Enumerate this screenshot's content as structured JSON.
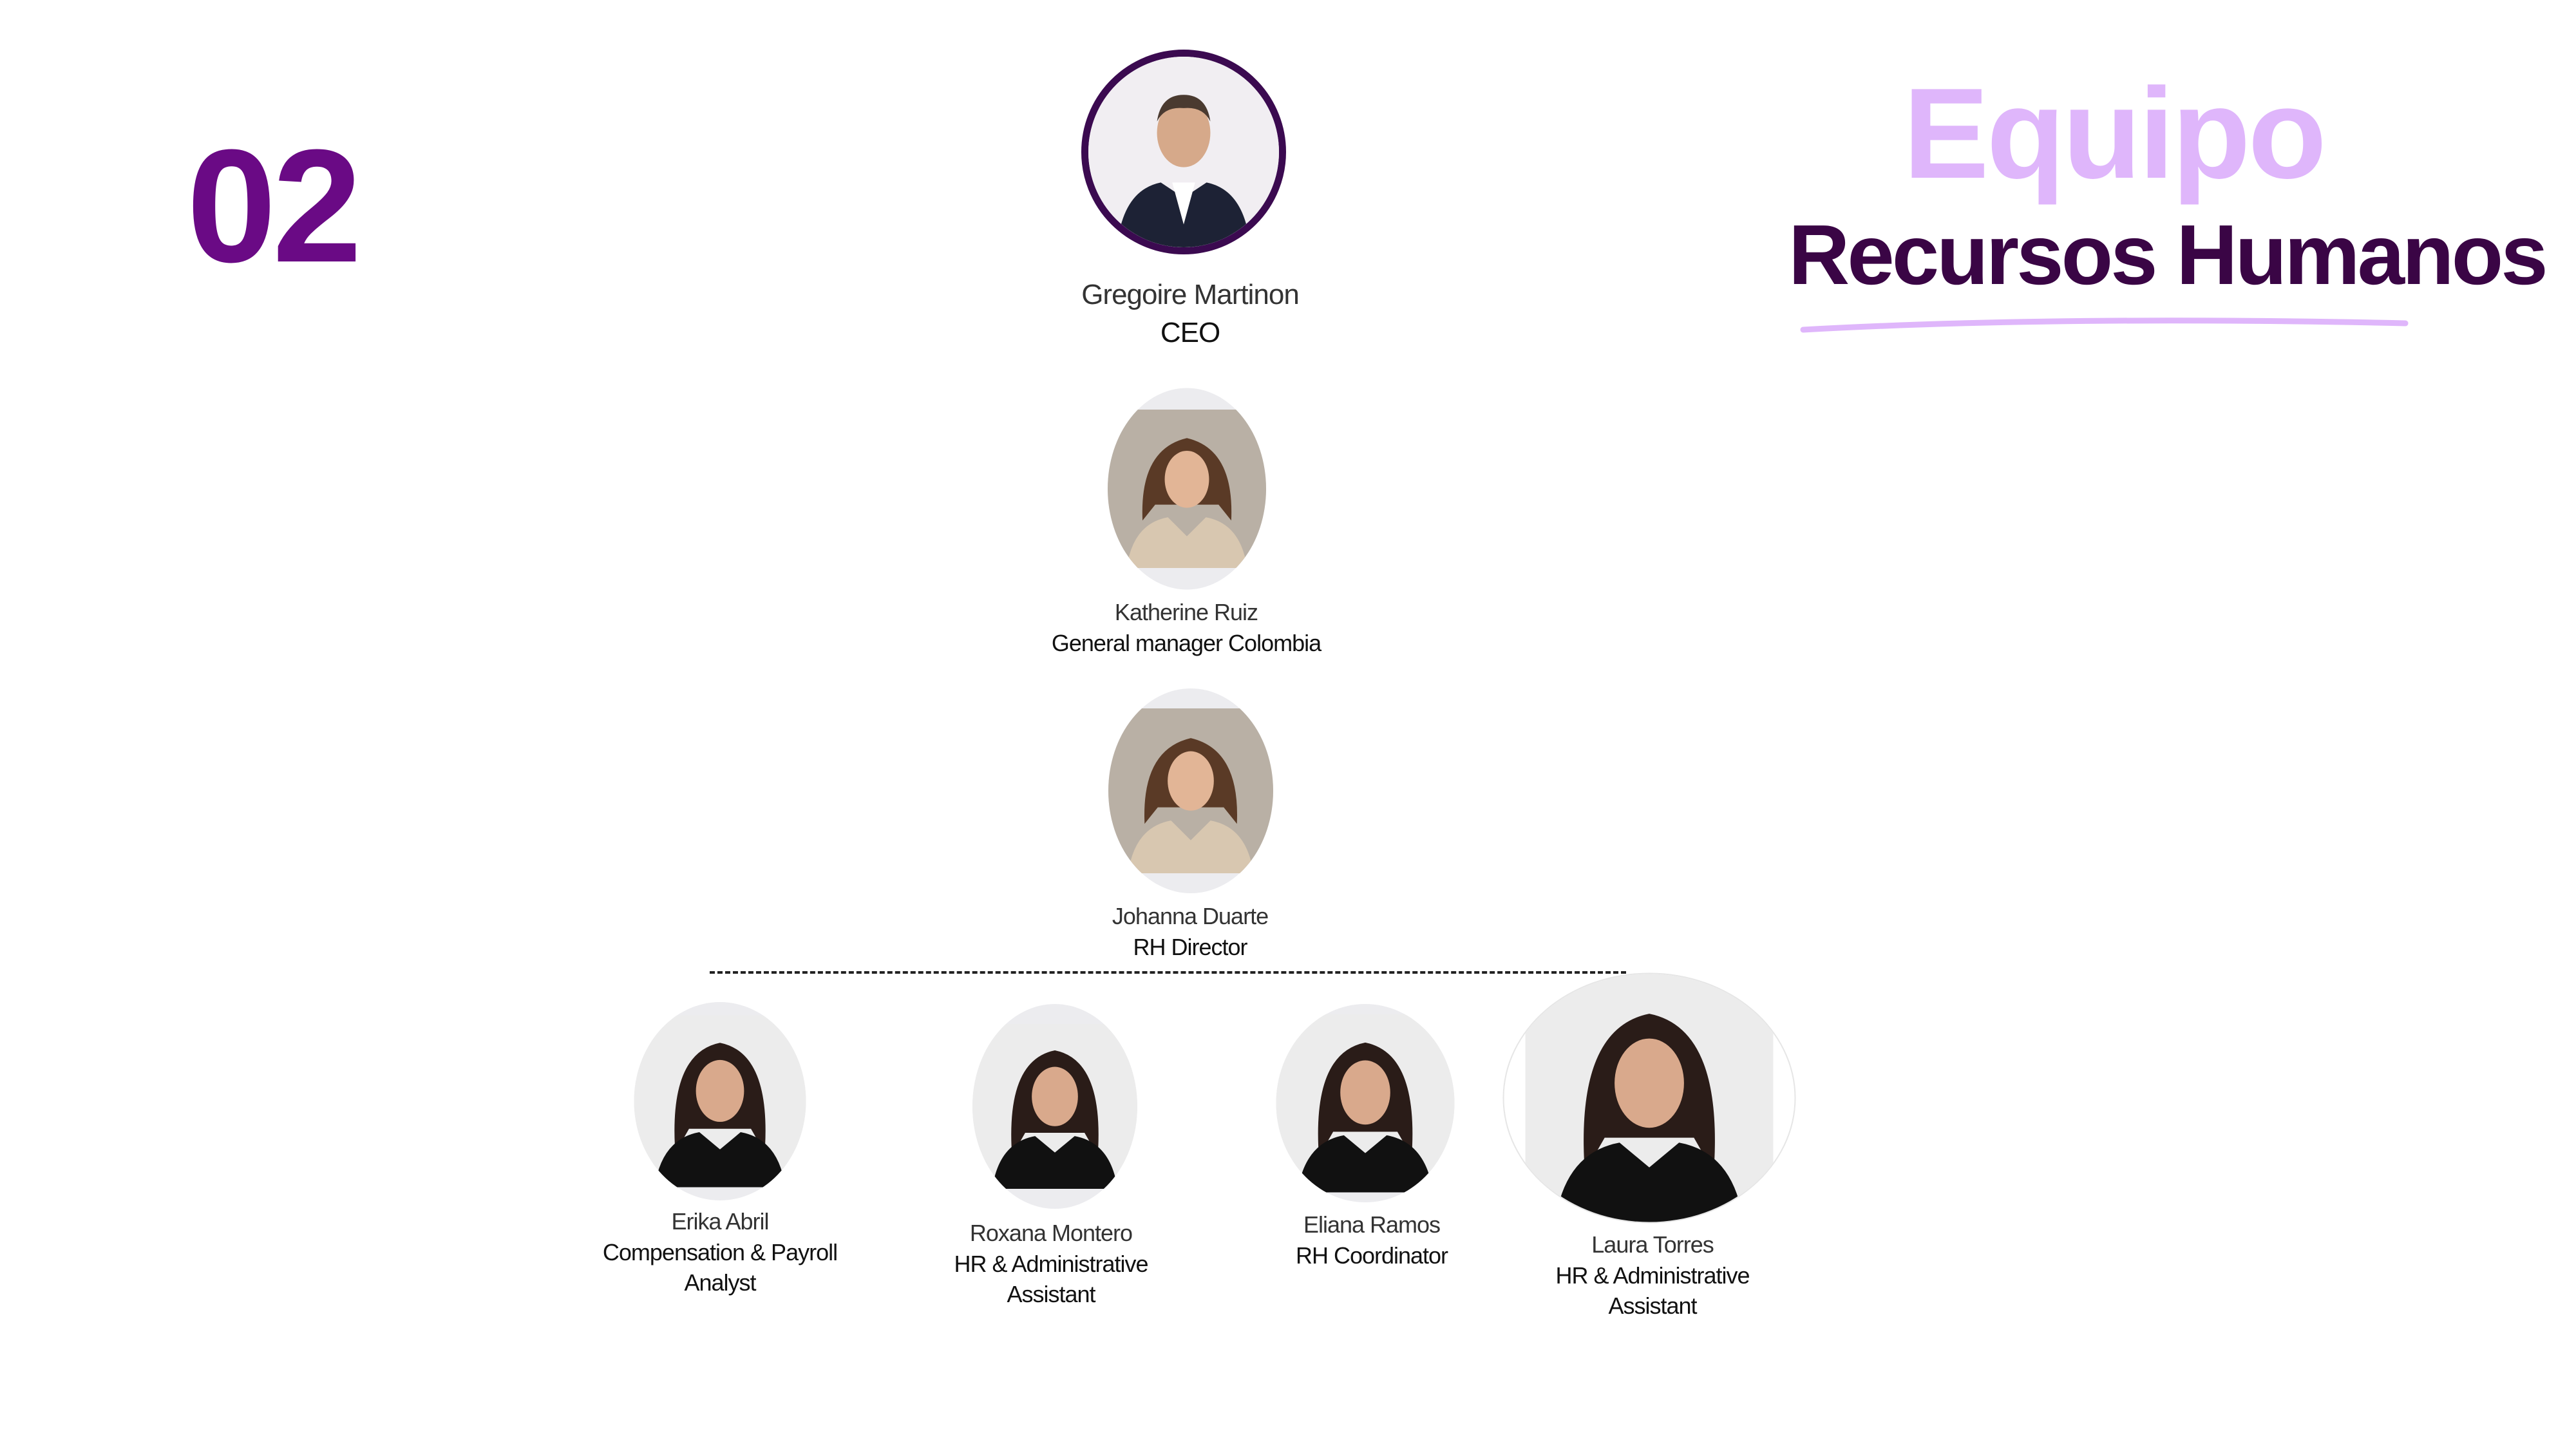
{
  "slide": {
    "number": "02",
    "title": "Equipo",
    "subtitle": "Recursos Humanos",
    "colors": {
      "number": "#6a0a85",
      "title": "#dfb6fb",
      "subtitle": "#3a0545",
      "ceo_ring": "#3b0a50"
    }
  },
  "people": {
    "ceo": {
      "name": "Gregoire Martinon",
      "role": "CEO"
    },
    "gm": {
      "name": "Katherine Ruiz",
      "role": "General manager Colombia"
    },
    "director": {
      "name": "Johanna Duarte",
      "role": "RH Director"
    },
    "team": [
      {
        "name": "Erika Abril",
        "role1": "Compensation & Payroll",
        "role2": "Analyst"
      },
      {
        "name": "Roxana Montero",
        "role1": "HR & Administrative",
        "role2": "Assistant"
      },
      {
        "name": "Eliana Ramos",
        "role1": "RH Coordinator"
      },
      {
        "name": "Laura Torres",
        "role1": "HR & Administrative",
        "role2": "Assistant"
      }
    ]
  }
}
